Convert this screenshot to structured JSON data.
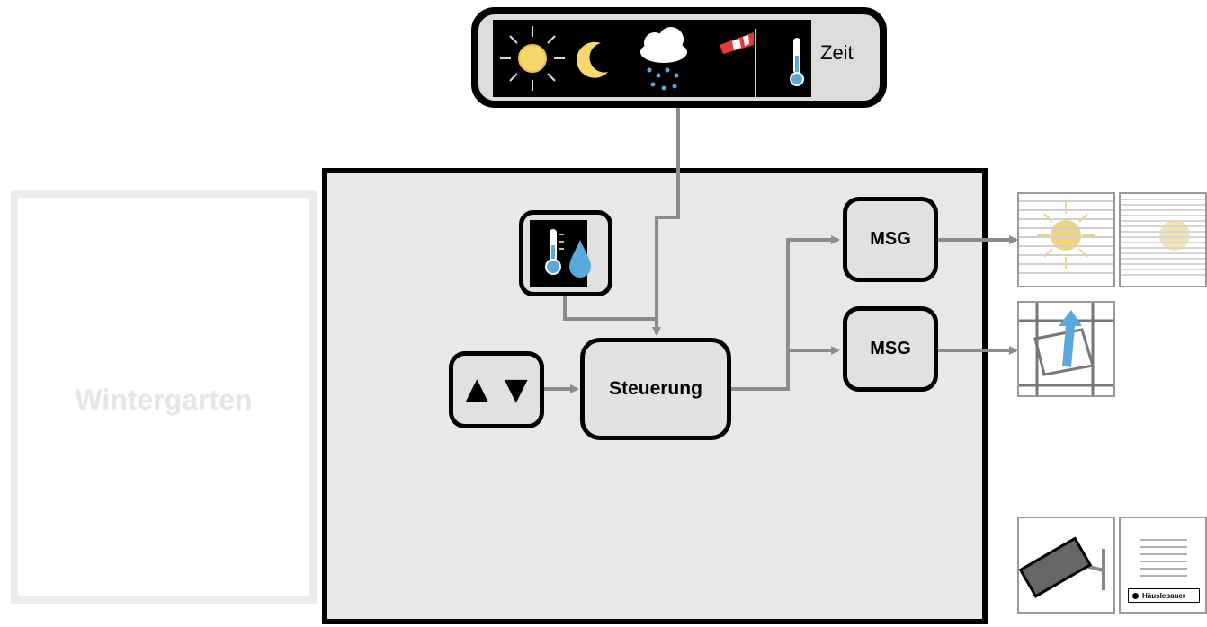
{
  "diagram": {
    "weather_station": {
      "label": "Zeit",
      "icons": [
        "sun-icon",
        "moon-icon",
        "rain-cloud-icon",
        "windsock-icon",
        "thermometer-icon"
      ]
    },
    "room_label": "Wintergarten",
    "sensor_icon": "thermometer-humidity-icon",
    "manual_switch_glyph": "▲▼",
    "controller_label": "Steuerung",
    "motor_units": [
      {
        "label": "MSG"
      },
      {
        "label": "MSG"
      }
    ],
    "outputs": [
      "sun-shade-icon",
      "shade-icon",
      "window-open-icon",
      "camera-icon",
      "display-panel-icon"
    ],
    "brand_label": "Häuslebauer"
  },
  "colors": {
    "node_fill": "#e1e1e1",
    "container_fill": "#e8e8e8",
    "connector": "#8c8c8c",
    "sun": "#f5d76e",
    "water": "#5aa9dc"
  }
}
